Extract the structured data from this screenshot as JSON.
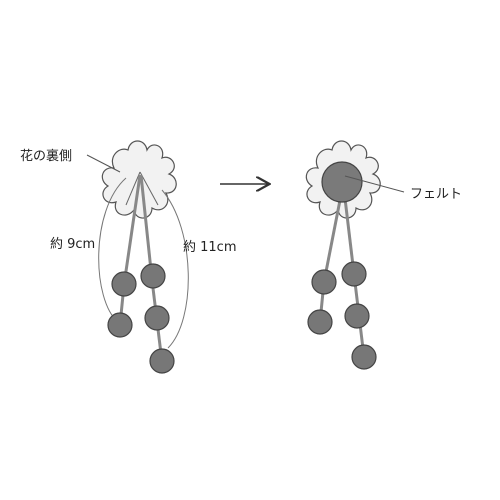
{
  "labels": {
    "back_of_flower": "花の裏側",
    "length_left": "約 9cm",
    "length_right": "約 11cm",
    "felt": "フェルト"
  },
  "colors": {
    "outline": "#555555",
    "string": "#888888",
    "ball_fill": "#777777",
    "petal_fill": "#f2f2f2",
    "felt_fill": "#7a7a7a",
    "text": "#222222"
  },
  "icons": {
    "arrow": "right-arrow-icon"
  }
}
